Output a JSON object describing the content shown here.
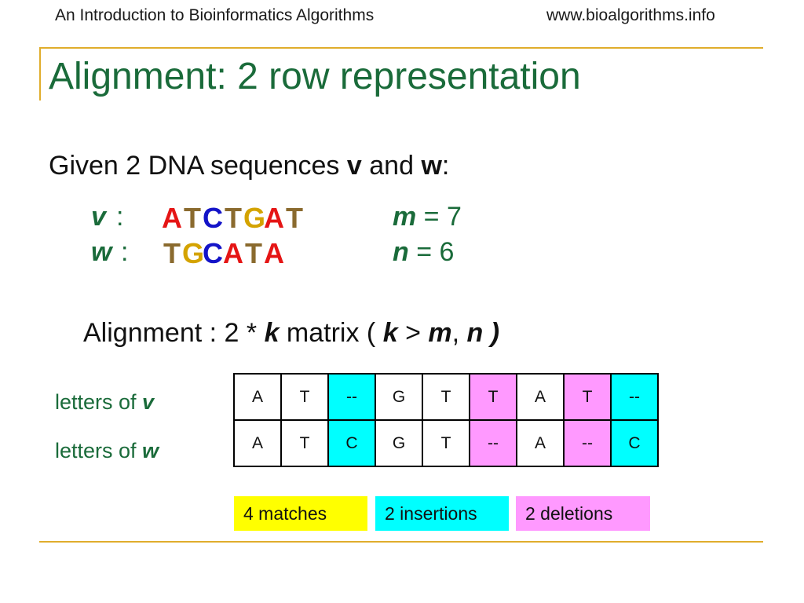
{
  "header": {
    "left": "An Introduction to Bioinformatics Algorithms",
    "right": "www.bioalgorithms.info"
  },
  "title": "Alignment: 2 row representation",
  "given": {
    "prefix": "Given 2 DNA sequences ",
    "v": "v",
    "and": " and ",
    "w": "w",
    "suffix": ":"
  },
  "sequences": {
    "v": {
      "label": "v",
      "colon": ":",
      "bases": [
        "A",
        "T",
        "C",
        "T",
        "G",
        "A",
        "T"
      ]
    },
    "w": {
      "label": "w",
      "colon": ":",
      "bases": [
        "T",
        "G",
        "C",
        "A",
        "T",
        "A"
      ]
    }
  },
  "lengths": {
    "m": {
      "var": "m",
      "eq": " = 7"
    },
    "n": {
      "var": "n",
      "eq": " = 6"
    }
  },
  "alignment_def": {
    "prefix": "Alignment :  2 * ",
    "k": "k",
    "mid": " matrix ( ",
    "k2": "k",
    "gt": " > ",
    "m": "m",
    "comma": ", ",
    "n": "n )"
  },
  "row_labels": {
    "v": {
      "prefix": "letters of ",
      "var": "v"
    },
    "w": {
      "prefix": "letters of ",
      "var": "w"
    }
  },
  "alignment": {
    "row_v": [
      "A",
      "T",
      "--",
      "G",
      "T",
      "T",
      "A",
      "T",
      "--"
    ],
    "row_w": [
      "A",
      "T",
      "C",
      "G",
      "T",
      "--",
      "A",
      "--",
      "C"
    ],
    "column_types": [
      "match",
      "match",
      "insertion",
      "match",
      "match",
      "deletion",
      "match",
      "deletion",
      "insertion"
    ],
    "colors": {
      "match": "#ffffff",
      "insertion": "#00ffff",
      "deletion": "#ff99ff"
    }
  },
  "legend": {
    "matches": "4 matches",
    "insertions": "2 insertions",
    "deletions": "2 deletions"
  },
  "base_colors": {
    "A": "#e51515",
    "C": "#1414c8",
    "G": "#d4a300",
    "T": "#8a6a2e"
  }
}
